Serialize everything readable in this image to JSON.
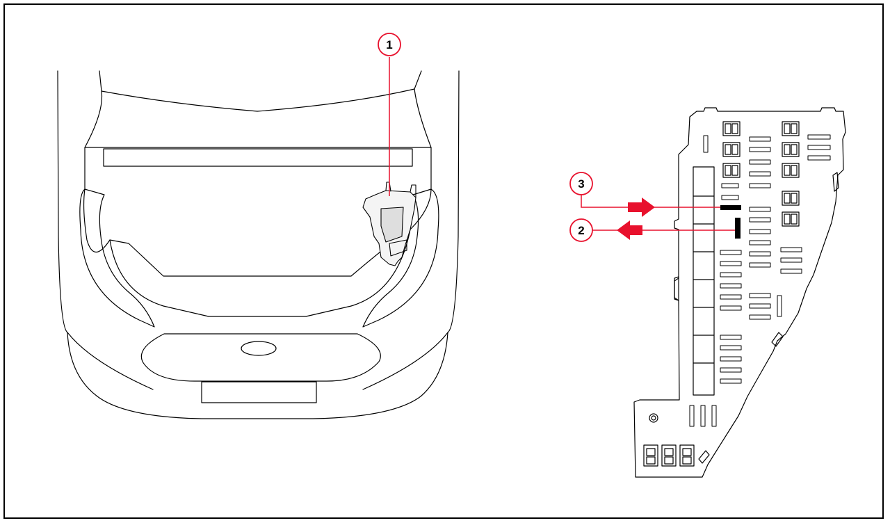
{
  "callouts": [
    {
      "number": "1",
      "label": ""
    },
    {
      "number": "2",
      "label": ""
    },
    {
      "number": "3",
      "label": ""
    }
  ],
  "arrows": [
    {
      "callout": "3",
      "direction": "right"
    },
    {
      "callout": "2",
      "direction": "left"
    }
  ],
  "colors": {
    "callout_red": "#e8112d",
    "line": "#000000",
    "highlight_fuse": "#000000"
  }
}
